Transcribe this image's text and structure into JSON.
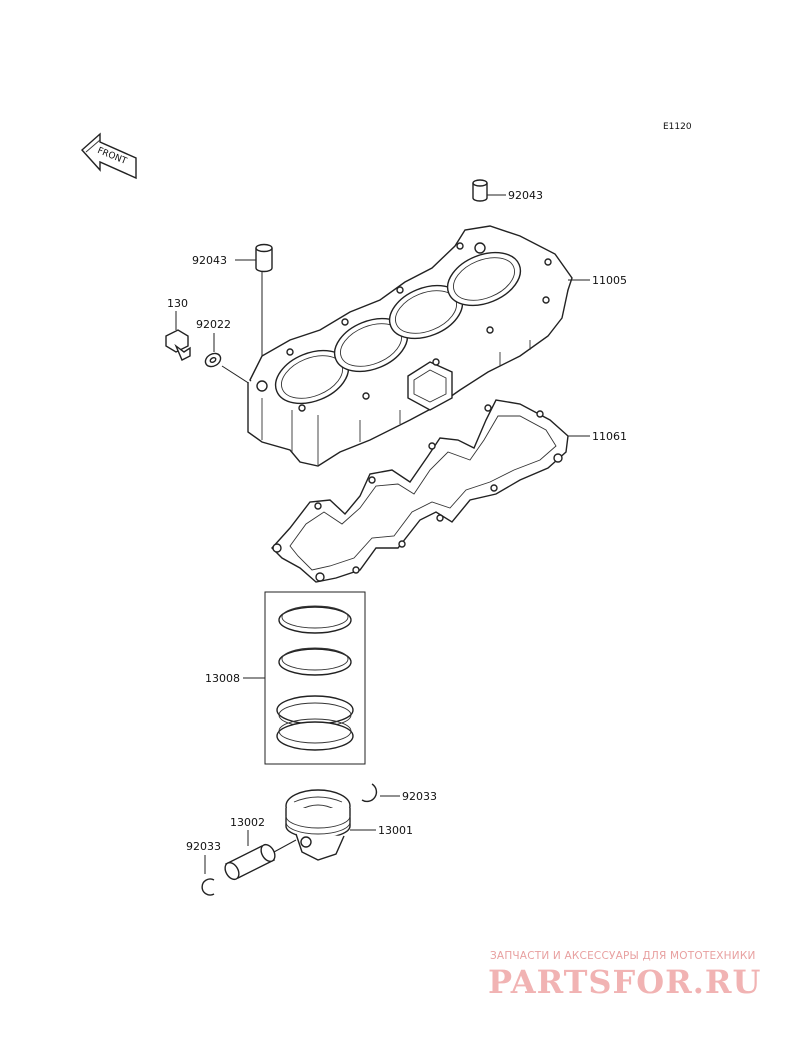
{
  "diagram_code": "E1120",
  "front_label": "FRONT",
  "labels": {
    "dowel_top": "92043",
    "cylinder": "11005",
    "dowel_left": "92043",
    "bolt": "130",
    "washer": "92022",
    "gasket": "11061",
    "ring_set": "13008",
    "circlip_right": "92033",
    "pin": "13002",
    "piston": "13001",
    "circlip_left": "92033"
  },
  "watermark": {
    "tagline": "ЗАПЧАСТИ И АКСЕССУАРЫ ДЛЯ МОТОТЕХНИКИ",
    "logo": "PARTSFOR.RU"
  }
}
